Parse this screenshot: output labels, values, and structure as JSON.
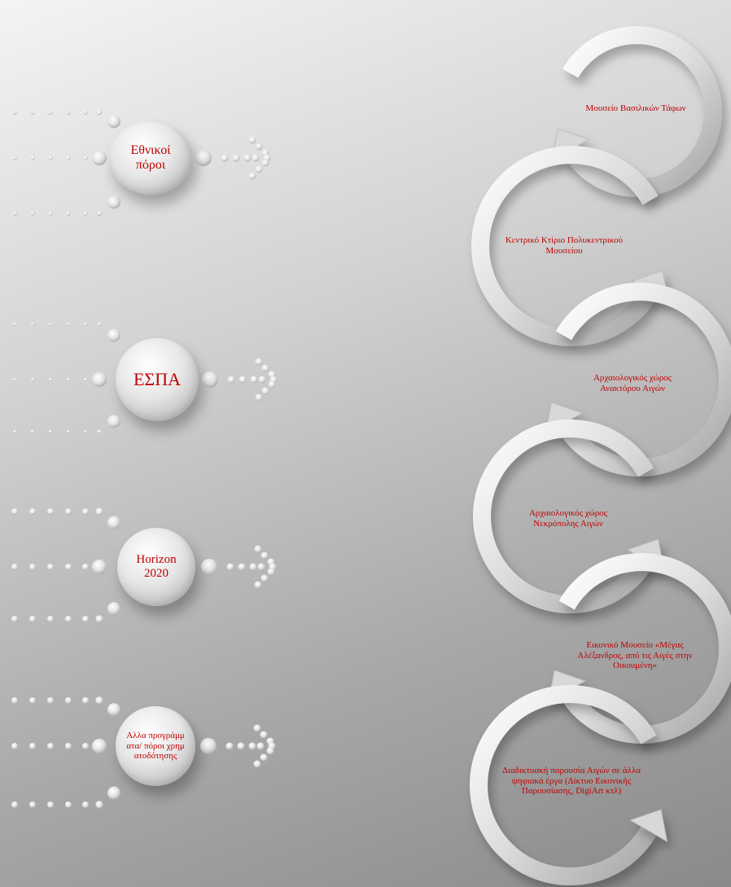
{
  "funding_sources": [
    {
      "label": "Εθνικοί πόροι"
    },
    {
      "label": "ΕΣΠΑ"
    },
    {
      "label": "Horizon 2020"
    },
    {
      "label": "Αλλα προγράμματα/ πόροι χρηματοδότησης"
    }
  ],
  "projects": [
    {
      "label": "Μουσείο Βασιλικών Τάφων"
    },
    {
      "label": "Κεντρικό Κτίριο Πολυκεντρικού Μουσείου"
    },
    {
      "label": "Αρχαιολογικός χώρος Ανακτόρου Αιγών"
    },
    {
      "label": "Αρχαιολογικός χώρος Νεκρόπολης Αιγών"
    },
    {
      "label": "Εικονικό Μουσείο «Μέγας Αλέξανδρος, από τις Αιγές στην Οικουμένη»"
    },
    {
      "label": "Διαδικτυακή παρουσία Αιγών σε άλλα ψηφιακά έργα (Δίκτυο Εικονικής Παρουσίασης, DigiArt κτλ)"
    }
  ],
  "colors": {
    "text": "#c00000",
    "dots": "#e8e8e8"
  }
}
